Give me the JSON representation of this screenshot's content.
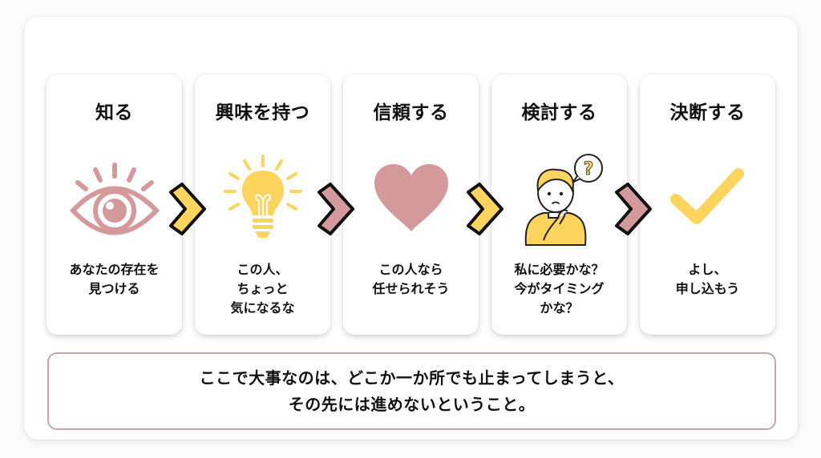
{
  "colors": {
    "rose": "#d4999b",
    "yellow": "#fcd45e",
    "note_border": "#c9a6a4",
    "text": "#111111"
  },
  "steps": [
    {
      "title": "知る",
      "icon": "eye-icon",
      "description": "あなたの存在を\n見つける"
    },
    {
      "title": "興味を持つ",
      "icon": "lightbulb-icon",
      "description": "この人、\nちょっと\n気になるな"
    },
    {
      "title": "信頼する",
      "icon": "heart-icon",
      "description": "この人なら\n任せられそう"
    },
    {
      "title": "検討する",
      "icon": "thinking-person-icon",
      "description": "私に必要かな？\n今がタイミング\nかな？"
    },
    {
      "title": "決断する",
      "icon": "checkmark-icon",
      "description": "よし、\n申し込もう"
    }
  ],
  "arrows": [
    {
      "icon": "chevron-right-icon",
      "color": "yellow"
    },
    {
      "icon": "chevron-right-icon",
      "color": "rose"
    },
    {
      "icon": "chevron-right-icon",
      "color": "yellow"
    },
    {
      "icon": "chevron-right-icon",
      "color": "rose"
    }
  ],
  "note": {
    "line1": "ここで大事なのは、どこか一か所でも止まってしまうと、",
    "line2": "その先には進めないということ。"
  }
}
